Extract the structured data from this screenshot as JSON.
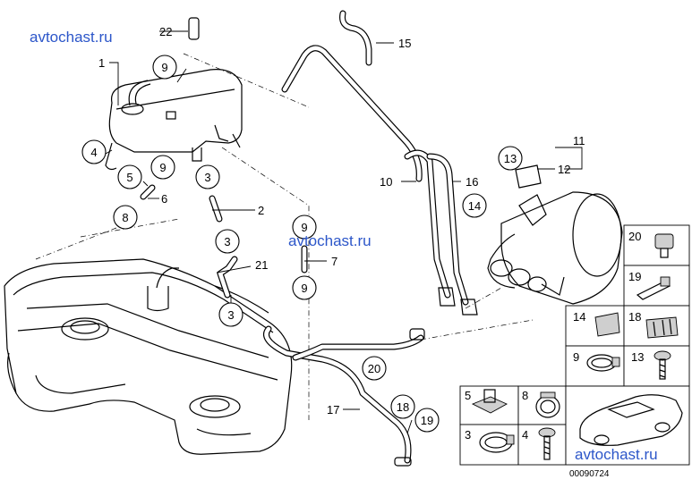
{
  "watermark": "avtochast.ru",
  "diagram_code": "00090724",
  "callouts": {
    "c22": "22",
    "c1": "1",
    "c9a": "9",
    "c4": "4",
    "c5": "5",
    "c9b": "9",
    "c6": "6",
    "c8": "8",
    "c3a": "3",
    "c2": "2",
    "c3b": "3",
    "c21": "21",
    "c3c": "3",
    "c15": "15",
    "c9c": "9",
    "c7": "7",
    "c9d": "9",
    "c10": "10",
    "c16": "16",
    "c14": "14",
    "c13": "13",
    "c12": "12",
    "c11": "11",
    "c20": "20",
    "c17": "17",
    "c18": "18",
    "c19": "19"
  },
  "legend": {
    "l20": "20",
    "l19": "19",
    "l14": "14",
    "l18": "18",
    "l9": "9",
    "l13": "13",
    "l5": "5",
    "l8": "8",
    "l3": "3",
    "l4": "4"
  }
}
